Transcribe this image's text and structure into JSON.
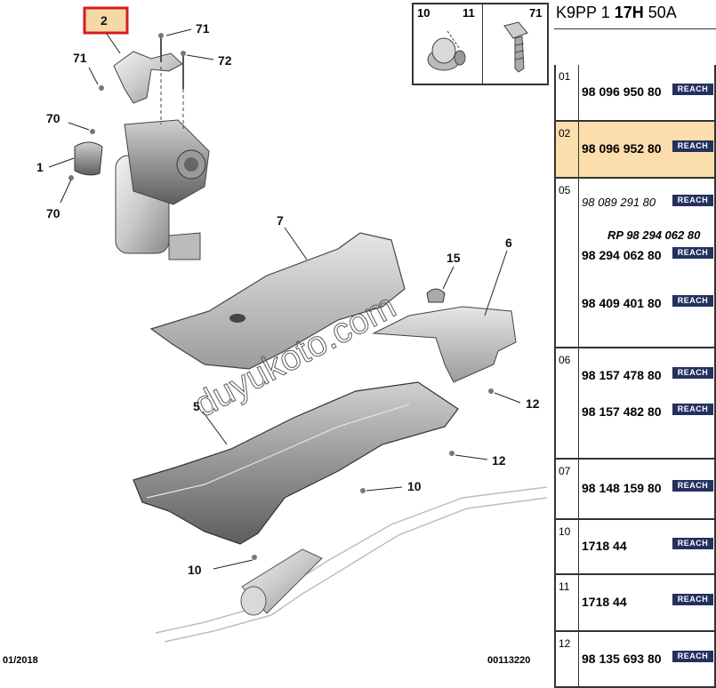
{
  "diagram": {
    "callouts": [
      "2",
      "71",
      "72",
      "71",
      "70",
      "1",
      "70",
      "7",
      "15",
      "6",
      "5",
      "12",
      "12",
      "10",
      "10"
    ],
    "watermark": "duyukoto.com",
    "date_code": "01/2018",
    "ref_code": "00113220"
  },
  "hardware": {
    "labels": [
      "10",
      "11",
      "71"
    ]
  },
  "panel": {
    "engine_a": "K9PP 1 ",
    "engine_b": "17H",
    "engine_c": " 50A",
    "badge": "REACH",
    "rows": [
      {
        "index": "01",
        "refs": [
          {
            "text": "98 096 950 80",
            "style": "main",
            "reach": true
          }
        ]
      },
      {
        "index": "02",
        "selected": true,
        "refs": [
          {
            "text": "98 096 952 80",
            "style": "main",
            "reach": true
          }
        ]
      },
      {
        "index": "05",
        "refs": [
          {
            "text": "98 089 291 80",
            "style": "alt",
            "reach": true
          },
          {
            "text": "RP 98 294 062 80",
            "style": "rp",
            "reach": false
          },
          {
            "text": "98 294 062 80",
            "style": "main",
            "reach": true
          },
          {
            "text": "98 409 401 80",
            "style": "main",
            "reach": true
          }
        ]
      },
      {
        "index": "06",
        "refs": [
          {
            "text": "98 157 478 80",
            "style": "main",
            "reach": true
          },
          {
            "text": "98 157 482 80",
            "style": "main",
            "reach": true
          }
        ]
      },
      {
        "index": "07",
        "refs": [
          {
            "text": "98 148 159 80",
            "style": "main",
            "reach": true
          }
        ]
      },
      {
        "index": "10",
        "refs": [
          {
            "text": "1718 44",
            "style": "main",
            "reach": true
          }
        ]
      },
      {
        "index": "11",
        "refs": [
          {
            "text": "1718 44",
            "style": "main",
            "reach": true
          }
        ]
      },
      {
        "index": "12",
        "refs": [
          {
            "text": "98 135 693 80",
            "style": "main",
            "reach": true
          }
        ]
      }
    ]
  }
}
